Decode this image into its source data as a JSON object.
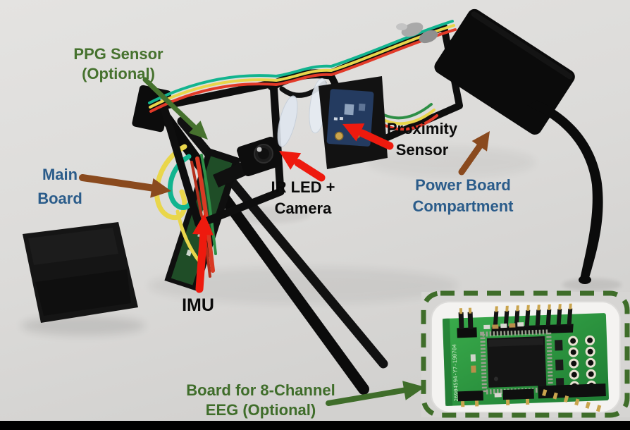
{
  "figure": {
    "description": "Annotated photo of sensor-equipped smart glasses prototype",
    "background_color": "#dedcda",
    "bottom_bar_color": "#000000"
  },
  "annotations": {
    "ppg": {
      "line1": "PPG Sensor",
      "line2": "(Optional)",
      "color": "#46722e"
    },
    "main_board": {
      "line1": "Main",
      "line2": "Board",
      "color": "#2b5c8a"
    },
    "imu": {
      "line1": "IMU",
      "color": "#0a0a0a"
    },
    "ir_camera": {
      "line1": "IR LED +",
      "line2": "Camera",
      "color": "#0a0a0a"
    },
    "proximity": {
      "line1": "Proximity",
      "line2": "Sensor",
      "color": "#0a0a0a"
    },
    "power_board": {
      "line1": "Power Board",
      "line2": "Compartment",
      "color": "#2b5c8a"
    },
    "eeg": {
      "line1": "Board for 8-Channel",
      "line2": "EEG (Optional)",
      "color": "#3f6d2a"
    }
  },
  "arrows": {
    "ppg": {
      "color": "#46722e"
    },
    "main_board": {
      "color": "#8a4a1e"
    },
    "imu": {
      "color": "#ee1a0e"
    },
    "ir_camera": {
      "color": "#ee1a0e"
    },
    "proximity": {
      "color": "#ee1a0e"
    },
    "power_board": {
      "color": "#8a4a1e"
    },
    "eeg": {
      "color": "#3f6d2a"
    }
  },
  "inset": {
    "border_color": "#3f6d2a",
    "pcb_color": "#2f9e44",
    "pcb_serial": "26904594-Y7-190704"
  },
  "photo_parts": {
    "wire_colors": [
      "#12b48f",
      "#e9d64b",
      "#e23a28"
    ]
  }
}
